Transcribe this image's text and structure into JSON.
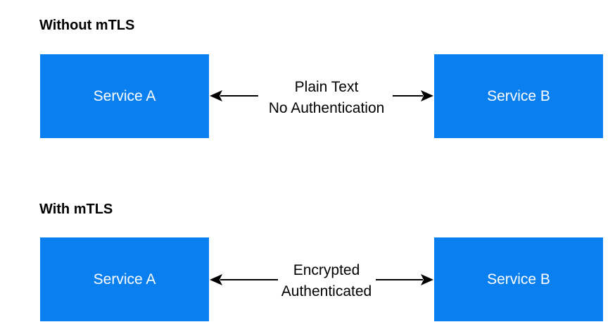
{
  "colors": {
    "box_fill": "#0a7ff0",
    "box_text": "#ffffff",
    "arrow": "#000000"
  },
  "diagrams": [
    {
      "title": "Without mTLS",
      "left_service": "Service A",
      "right_service": "Service B",
      "connection_lines": [
        "Plain Text",
        "No Authentication"
      ],
      "arrow_direction": "bidirectional"
    },
    {
      "title": "With mTLS",
      "left_service": "Service A",
      "right_service": "Service B",
      "connection_lines": [
        "Encrypted",
        "Authenticated"
      ],
      "arrow_direction": "bidirectional"
    }
  ]
}
